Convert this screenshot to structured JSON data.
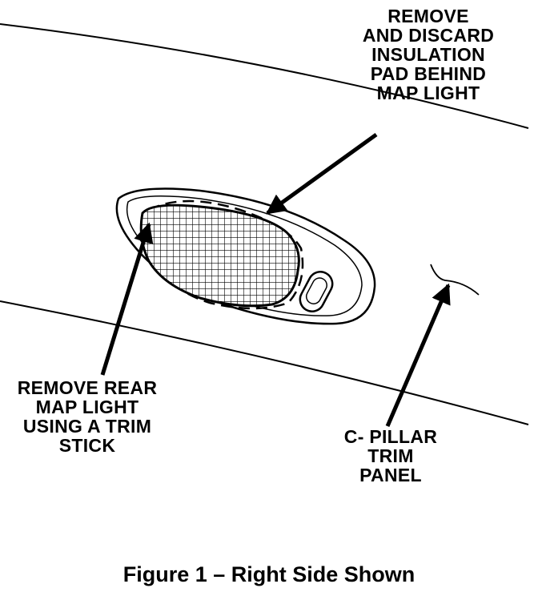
{
  "callouts": {
    "insulation_pad": [
      "REMOVE",
      "AND DISCARD",
      "INSULATION",
      "PAD BEHIND",
      "MAP LIGHT"
    ],
    "rear_map_light": [
      "REMOVE REAR",
      "MAP LIGHT",
      "USING A TRIM",
      "STICK"
    ],
    "c_pillar": [
      "C- PILLAR",
      "TRIM",
      "PANEL"
    ]
  },
  "caption": "Figure 1 – Right Side Shown"
}
